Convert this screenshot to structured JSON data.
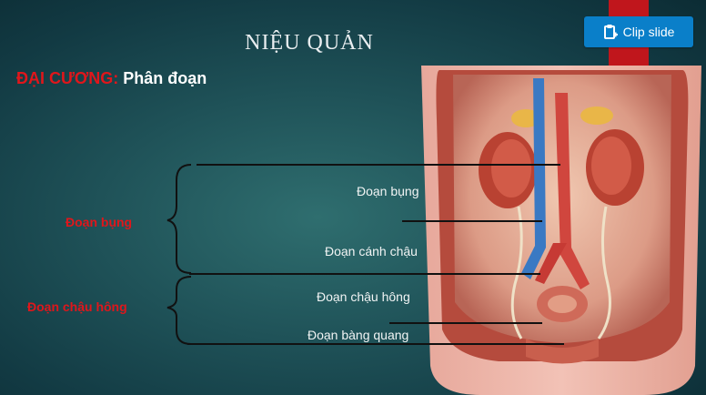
{
  "slide": {
    "title": "NIỆU QUẢN",
    "heading_red": "ĐẠI CƯƠNG:",
    "heading_white": "Phân đoạn",
    "left_labels": {
      "abdominal": "Đoạn bụng",
      "pelvic": "Đoạn chậu hông"
    },
    "segment_labels": {
      "abdominal": "Đoạn bụng",
      "iliac": "Đoạn cánh chậu",
      "pelvic": "Đoạn chậu hông",
      "bladder": "Đoạn bàng quang"
    }
  },
  "toolbar": {
    "clip_slide_label": "Clip slide",
    "clip_icon": "clipboard-plus-icon"
  },
  "colors": {
    "accent": "#0a7fc9",
    "ribbon": "#c0161c",
    "highlight_red": "#e0161b"
  }
}
